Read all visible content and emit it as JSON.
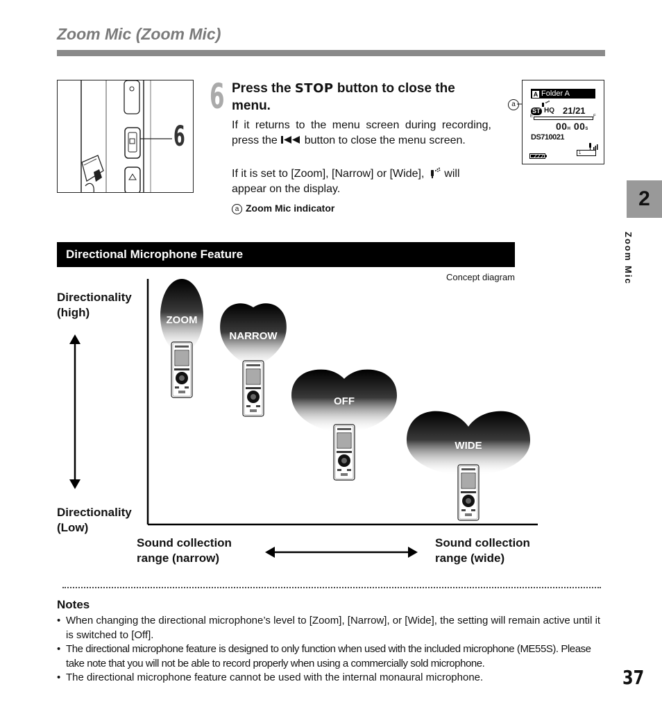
{
  "header": {
    "title": "Zoom Mic (Zoom Mic)"
  },
  "step": {
    "number": "6",
    "callout_number": "6",
    "heading_prefix": "Press the ",
    "heading_keyword": "STOP",
    "heading_suffix": " button to close the menu.",
    "paragraph_1_before": "If it returns to the menu screen during recording, press the ",
    "paragraph_1_button": "⏮",
    "paragraph_1_after": " button to close the menu screen.",
    "paragraph_2_before": "If it is set to [Zoom], [Narrow] or [Wide], ",
    "paragraph_2_after": " will appear on the display.",
    "indicator_letter": "a",
    "indicator_caption": "Zoom Mic indicator"
  },
  "lcd": {
    "folder": "Folder A",
    "mode": "HQ",
    "file_count": "21/21",
    "time_h": "00",
    "time_m": "00",
    "h_unit": "H",
    "s_unit": "S",
    "file_name": "DS710021",
    "scale_left": "E",
    "scale_right": "F",
    "callout": "a",
    "folder_letter": "A",
    "stereo_label": "ST",
    "icon_names": [
      "folder-icon",
      "zoom-mic-icon",
      "battery-icon",
      "mic-sensitivity-icon"
    ]
  },
  "sidebar": {
    "chapter": "2",
    "chapter_label": "Zoom Mic"
  },
  "feature": {
    "title": "Directional Microphone Feature",
    "concept_label": "Concept diagram",
    "directionality_high": [
      "Directionality",
      "(high)"
    ],
    "directionality_low": [
      "Directionality",
      "(Low)"
    ],
    "range_narrow": [
      "Sound collection",
      "range (narrow)"
    ],
    "range_wide": [
      "Sound collection",
      "range (wide)"
    ],
    "modes": [
      {
        "label": "ZOOM"
      },
      {
        "label": "NARROW"
      },
      {
        "label": "OFF"
      },
      {
        "label": "WIDE"
      }
    ]
  },
  "notes": {
    "title": "Notes",
    "items": [
      "When changing the directional microphone’s level to [Zoom], [Narrow], or [Wide], the setting will remain active until it is switched to [Off].",
      "The directional microphone feature is designed to only function when used with the included microphone (ME55S). Please take note that you will not be able to record properly when using a commercially sold microphone.",
      "The directional microphone feature cannot be used with the internal monaural microphone."
    ]
  },
  "footer": {
    "page_number": "37"
  },
  "colors": {
    "title_gray": "#7a7a7a",
    "bar_black": "#000000",
    "tab_gray": "#999999"
  }
}
